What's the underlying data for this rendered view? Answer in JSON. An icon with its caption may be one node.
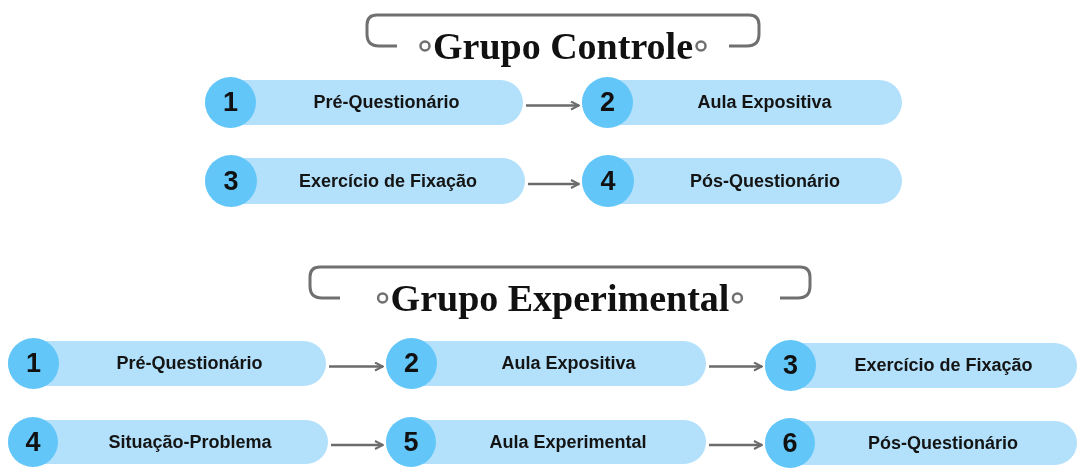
{
  "diagram": {
    "nodes": [
      {
        "text": [
          "1",
          "Pré-Questionário"
        ]
      },
      {
        "text": [
          "2",
          "Aula Expositiva"
        ]
      },
      {
        "text": [
          "3",
          "Exercício de Fixação"
        ]
      },
      {
        "text": [
          "4",
          "Pós-Questionário"
        ]
      },
      {
        "text": [
          "1",
          "Pré-Questionário"
        ]
      },
      {
        "text": [
          "2",
          "Aula Expositiva"
        ]
      },
      {
        "text": [
          "3",
          "Exercício de Fixação"
        ]
      },
      {
        "text": [
          "4",
          "Situação-Problema"
        ]
      },
      {
        "text": [
          "5",
          "Aula Experimental"
        ]
      },
      {
        "text": [
          "6",
          "Pós-Questionário"
        ]
      }
    ],
    "edges": [
      {
        "from": 0,
        "to": 1,
        "arrow": "to"
      },
      {
        "from": 2,
        "to": 3,
        "arrow": "to"
      },
      {
        "from": 4,
        "to": 5,
        "arrow": "to"
      },
      {
        "from": 5,
        "to": 6,
        "arrow": "to"
      },
      {
        "from": 7,
        "to": 8,
        "arrow": "to"
      },
      {
        "from": 8,
        "to": 9,
        "arrow": "to"
      }
    ],
    "labels": [
      "Grupo Controle",
      "Grupo Experimental"
    ]
  }
}
